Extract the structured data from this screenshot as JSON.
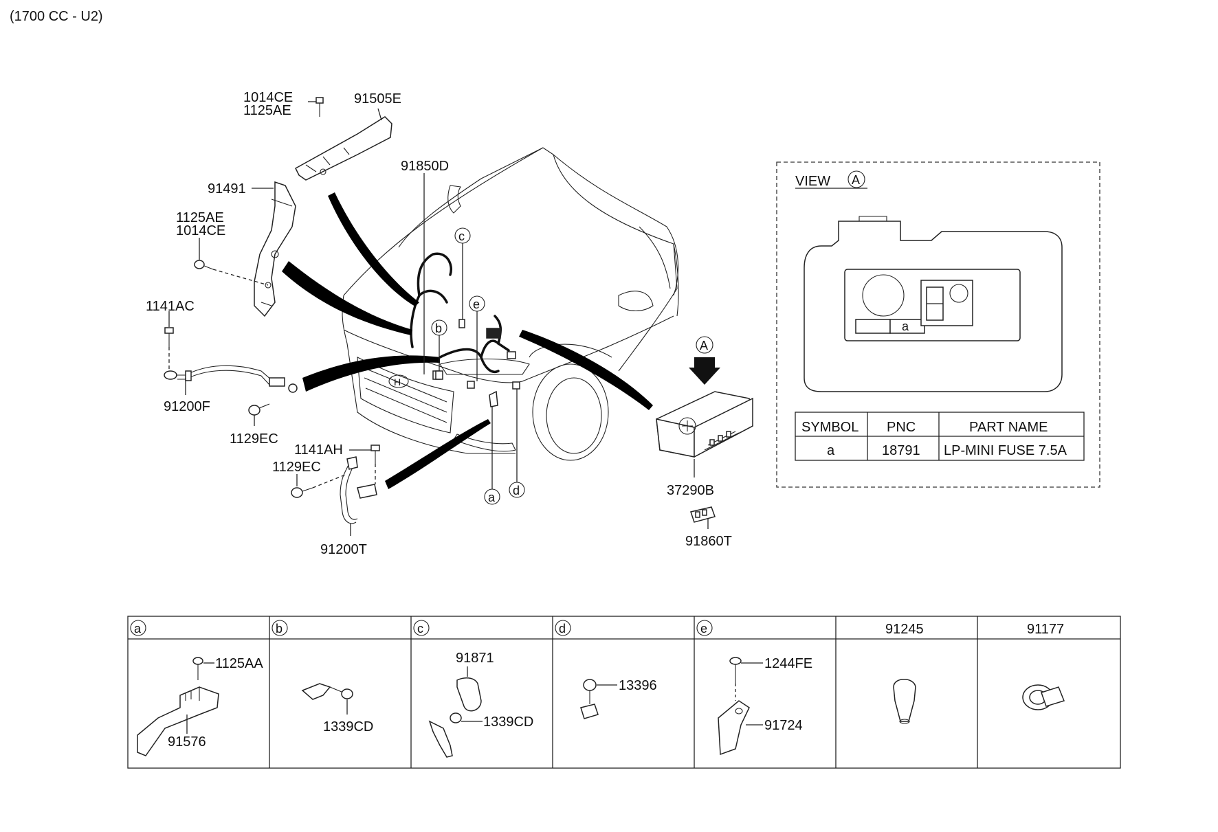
{
  "header": {
    "engine": "(1700 CC - U2)"
  },
  "callouts": {
    "p1014CE_top": "1014CE",
    "p1125AE_top": "1125AE",
    "p91505E": "91505E",
    "p91491": "91491",
    "p1125AE_mid": "1125AE",
    "p1014CE_mid": "1014CE",
    "p1141AC": "1141AC",
    "p91200F": "91200F",
    "p1129EC_a": "1129EC",
    "p1141AH": "1141AH",
    "p1129EC_b": "1129EC",
    "p91200T": "91200T",
    "p91850D": "91850D",
    "p37290B": "37290B",
    "p91860T": "91860T"
  },
  "markers": {
    "a": "a",
    "b": "b",
    "c": "c",
    "d": "d",
    "e": "e",
    "view": "A"
  },
  "view_panel": {
    "title": "VIEW",
    "marker": "A",
    "fuse_symbol": "a",
    "table": {
      "headers": [
        "SYMBOL",
        "PNC",
        "PART NAME"
      ],
      "rows": [
        {
          "symbol": "a",
          "pnc": "18791",
          "part_name": "LP-MINI FUSE 7.5A"
        }
      ]
    }
  },
  "bottom_table": {
    "headers": [
      {
        "marker": "a",
        "text": ""
      },
      {
        "marker": "b",
        "text": ""
      },
      {
        "marker": "c",
        "text": ""
      },
      {
        "marker": "d",
        "text": ""
      },
      {
        "marker": "e",
        "text": ""
      },
      {
        "marker": "",
        "text": "91245"
      },
      {
        "marker": "",
        "text": "91177"
      }
    ],
    "parts": {
      "a1": "1125AA",
      "a2": "91576",
      "b1": "1339CD",
      "c1": "91871",
      "c2": "1339CD",
      "d1": "13396",
      "e1": "1244FE",
      "e2": "91724"
    }
  },
  "icons": [
    "car-front-icon",
    "battery-cable-icon",
    "fuse-box-icon",
    "bolt-icon",
    "grommet-icon",
    "arrow-down-icon"
  ]
}
